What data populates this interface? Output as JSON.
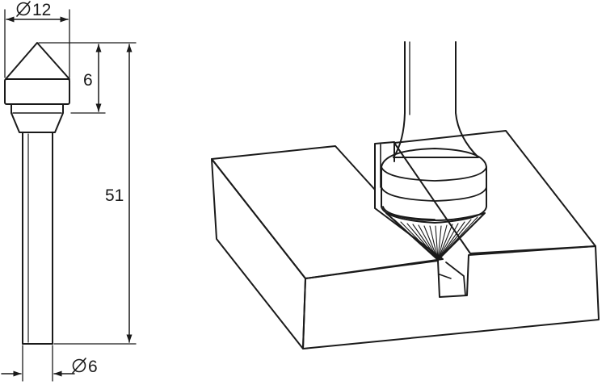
{
  "dimensions": {
    "head_diameter": "12",
    "head_height": "6",
    "total_length": "51",
    "shank_diameter": "6"
  },
  "colors": {
    "ink": "#1a1a1a",
    "head_band": "#8a8a8a",
    "cone_shade": "#bcbcbc",
    "paper": "#ffffff"
  }
}
